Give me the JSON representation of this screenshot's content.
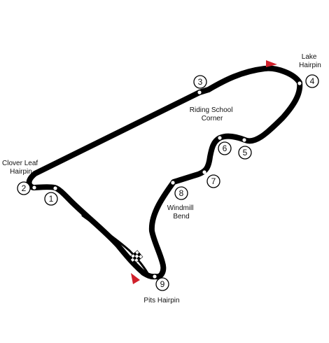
{
  "colors": {
    "track": "#000000",
    "marker_fill": "#ffffff",
    "flag": "#d0202b"
  },
  "corners": [
    {
      "number": "1"
    },
    {
      "number": "2",
      "name_lines": [
        "Clover Leaf",
        "Hairpin"
      ]
    },
    {
      "number": "3",
      "name_lines": [
        "Riding School",
        "Corner"
      ]
    },
    {
      "number": "4",
      "name_lines": [
        "Lake",
        "Hairpin"
      ]
    },
    {
      "number": "5"
    },
    {
      "number": "6"
    },
    {
      "number": "7"
    },
    {
      "number": "8",
      "name_lines": [
        "Windmill",
        "Bend"
      ]
    },
    {
      "number": "9",
      "name_lines": [
        "Pits Hairpin"
      ]
    }
  ],
  "icons": [
    "start-finish-checkered-flag-icon",
    "direction-flag-icon"
  ]
}
